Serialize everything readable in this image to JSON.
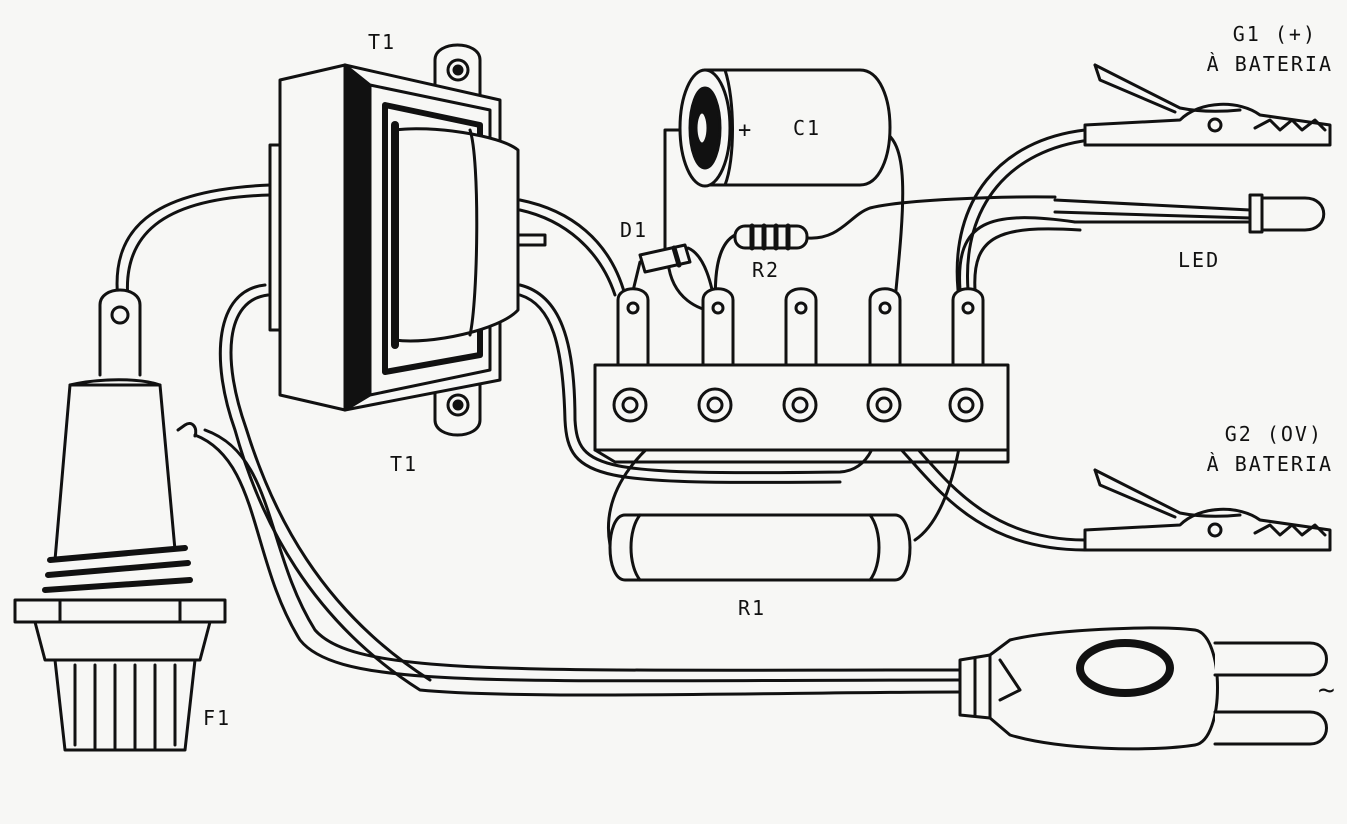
{
  "labels": {
    "t1_top": "T1",
    "t1_bottom": "T1",
    "c1": "C1",
    "c1_plus": "+",
    "d1": "D1",
    "r2": "R2",
    "r1": "R1",
    "f1": "F1",
    "led": "LED",
    "g1_line1": "G1 (+)",
    "g1_line2": "À BATERIA",
    "g2_line1": "G2 (OV)",
    "g2_line2": "À BATERIA",
    "ac_symbol": "~"
  },
  "colors": {
    "ink": "#111111",
    "paper": "#f7f7f5"
  }
}
